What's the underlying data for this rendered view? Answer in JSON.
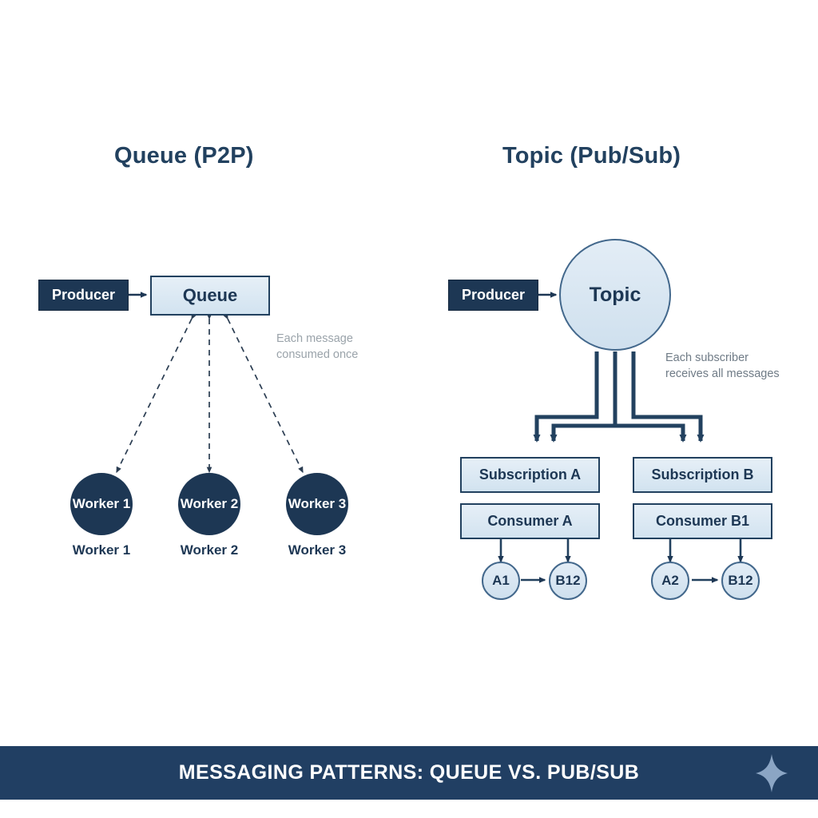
{
  "background": "#ffffff",
  "colors": {
    "navy": "#1d3754",
    "navy_border": "#22415f",
    "light_blue": "#d8e7f2",
    "footer_bar": "#213f63",
    "note_gray": "#9aa3aa",
    "sparkle": "#8ba5c4"
  },
  "panels": {
    "left": {
      "title": "Queue (P2P)",
      "producer": {
        "label": "Producer"
      },
      "queue": {
        "label": "Queue"
      },
      "note": {
        "line1": "Each message",
        "line2": "consumed once"
      },
      "workers": [
        {
          "node_label": "Worker 1",
          "caption": "Worker 1"
        },
        {
          "node_label": "Worker 2",
          "caption": "Worker 2"
        },
        {
          "node_label": "Worker 3",
          "caption": "Worker 3"
        }
      ]
    },
    "right": {
      "title": "Topic (Pub/Sub)",
      "producer": {
        "label": "Producer"
      },
      "topic": {
        "label": "Topic"
      },
      "note": {
        "line1": "Each subscriber",
        "line2": "receives all messages"
      },
      "branches": [
        {
          "subscription": "Subscription A",
          "consumer": "Consumer A",
          "messages": [
            "A1",
            "B12"
          ]
        },
        {
          "subscription": "Subscription B",
          "consumer": "Consumer B1",
          "messages": [
            "A2",
            "B12"
          ]
        }
      ]
    }
  },
  "footer": {
    "text": "MESSAGING PATTERNS: QUEUE VS. PUB/SUB",
    "icon": "sparkle-four-point-star"
  }
}
